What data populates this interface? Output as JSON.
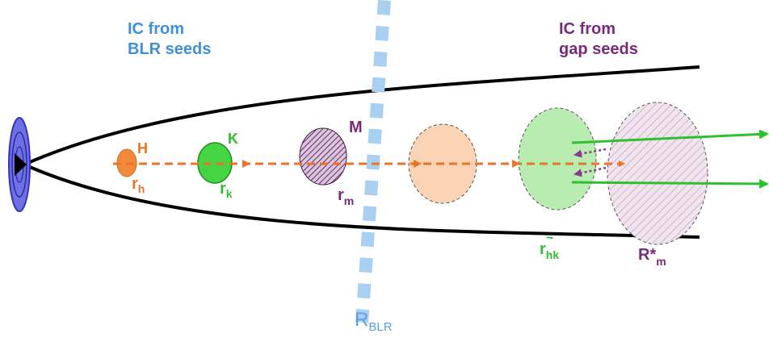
{
  "labels": {
    "ic_blr_line1": "IC from",
    "ic_blr_line2": "BLR seeds",
    "ic_gap_line1": "IC from",
    "ic_gap_line2": "gap seeds",
    "h": "H",
    "r_h_base": "r",
    "r_h_sub": "h",
    "k": "K",
    "r_k_base": "r",
    "r_k_sub": "k",
    "m": "M",
    "r_m_base": "r",
    "r_m_sub": "m",
    "r_hk_base": "r",
    "r_hk_sub": "hk",
    "r_hk_tilde": "~",
    "r_star_base": "R*",
    "r_star_sub": "m",
    "r_blr_base": "R",
    "r_blr_sub": "BLR"
  },
  "colors": {
    "blr_text": "#3f8fdc",
    "gap_text": "#7a2a7a",
    "orange": "#e8742a",
    "green": "#2fc02f",
    "purple": "#6a2a6a",
    "blr_boundary": "#a9cff1",
    "disk": "#6f6fe6"
  }
}
